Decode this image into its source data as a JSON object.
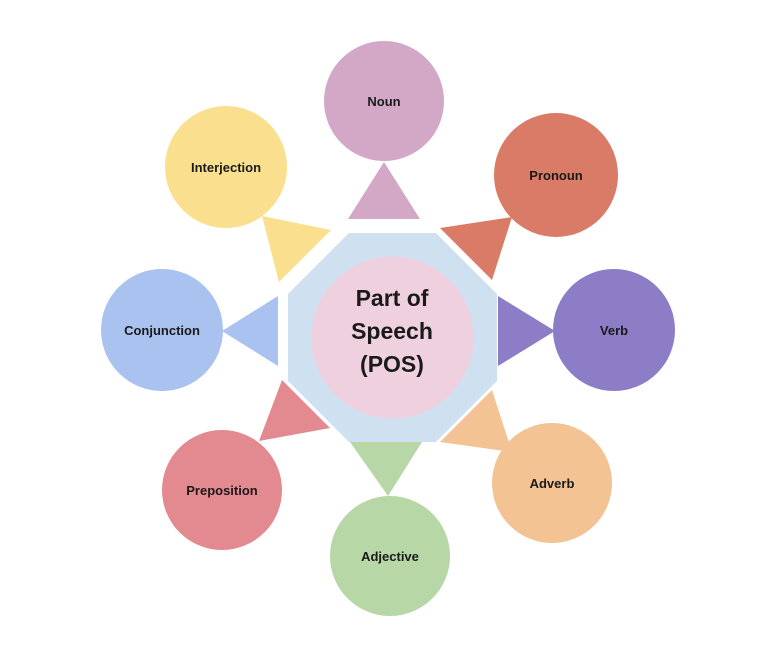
{
  "center": {
    "lines": [
      "Part of",
      "Speech",
      "(POS)"
    ],
    "octagon_color": "#cfe0f1",
    "circle_color": "#efd0de"
  },
  "nodes": [
    {
      "label": "Noun",
      "color": "#d3a8c6"
    },
    {
      "label": "Pronoun",
      "color": "#d97b66"
    },
    {
      "label": "Verb",
      "color": "#8d7cc6"
    },
    {
      "label": "Adverb",
      "color": "#f4c393"
    },
    {
      "label": "Adjective",
      "color": "#b8d7a6"
    },
    {
      "label": "Preposition",
      "color": "#e28a90"
    },
    {
      "label": "Conjunction",
      "color": "#a9c2ef"
    },
    {
      "label": "Interjection",
      "color": "#fae08e"
    }
  ]
}
